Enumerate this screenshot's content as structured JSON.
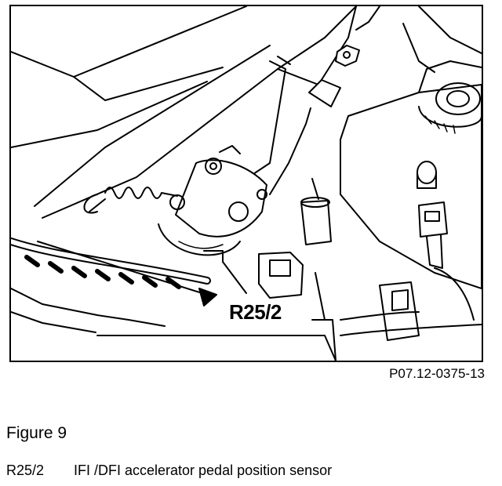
{
  "figure": {
    "callout": "R25/2",
    "reference_code": "P07.12-0375-13",
    "title": "Figure 9"
  },
  "legend": [
    {
      "code": "R25/2",
      "description": "IFI /DFI accelerator pedal position sensor"
    }
  ]
}
